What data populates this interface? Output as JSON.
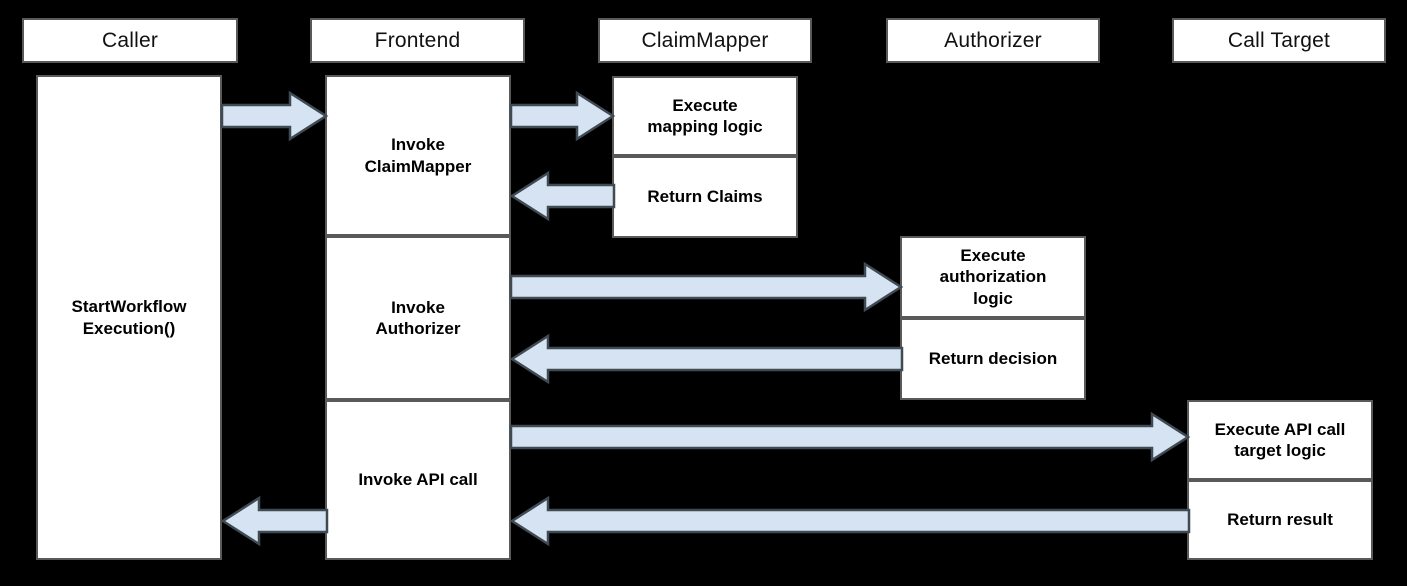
{
  "diagram": {
    "type": "sequence-diagram",
    "background_color": "#000000",
    "box_fill": "#ffffff",
    "box_border": "#595959",
    "arrow_fill": "#d5e3f2",
    "arrow_border": "#3f4a52",
    "lifelines": [
      {
        "id": "caller",
        "label": "Caller"
      },
      {
        "id": "frontend",
        "label": "Frontend"
      },
      {
        "id": "claimmapper",
        "label": "ClaimMapper"
      },
      {
        "id": "authorizer",
        "label": "Authorizer"
      },
      {
        "id": "calltarget",
        "label": "Call Target"
      }
    ],
    "activations": {
      "caller": [
        {
          "id": "caller-main",
          "label": "StartWorkflow\nExecution()",
          "line1": "StartWorkflow",
          "line2": "Execution()"
        }
      ],
      "frontend": [
        {
          "id": "fe-invoke-claimmapper",
          "line1": "Invoke",
          "line2": "ClaimMapper"
        },
        {
          "id": "fe-invoke-authorizer",
          "line1": "Invoke",
          "line2": "Authorizer"
        },
        {
          "id": "fe-invoke-apicall",
          "line1": "Invoke API call",
          "line2": ""
        }
      ],
      "claimmapper": [
        {
          "id": "cm-execute-mapping",
          "line1": "Execute",
          "line2": "mapping logic"
        },
        {
          "id": "cm-return-claims",
          "line1": "Return Claims",
          "line2": ""
        }
      ],
      "authorizer": [
        {
          "id": "az-execute-auth",
          "line1": "Execute",
          "line2": "authorization",
          "line3": "logic"
        },
        {
          "id": "az-return-decision",
          "line1": "Return decision",
          "line2": ""
        }
      ],
      "calltarget": [
        {
          "id": "ct-execute-api",
          "line1": "Execute API call",
          "line2": "target logic"
        },
        {
          "id": "ct-return-result",
          "line1": "Return result",
          "line2": ""
        }
      ]
    },
    "messages": [
      {
        "id": "msg-caller-to-frontend",
        "from": "caller",
        "to": "frontend",
        "direction": "right"
      },
      {
        "id": "msg-frontend-to-claimmapper",
        "from": "frontend",
        "to": "claimmapper",
        "direction": "right"
      },
      {
        "id": "msg-claimmapper-to-frontend",
        "from": "claimmapper",
        "to": "frontend",
        "direction": "left"
      },
      {
        "id": "msg-frontend-to-authorizer",
        "from": "frontend",
        "to": "authorizer",
        "direction": "right"
      },
      {
        "id": "msg-authorizer-to-frontend",
        "from": "authorizer",
        "to": "frontend",
        "direction": "left"
      },
      {
        "id": "msg-frontend-to-calltarget",
        "from": "frontend",
        "to": "calltarget",
        "direction": "right"
      },
      {
        "id": "msg-calltarget-to-frontend",
        "from": "calltarget",
        "to": "frontend",
        "direction": "left"
      },
      {
        "id": "msg-frontend-to-caller",
        "from": "frontend",
        "to": "caller",
        "direction": "left"
      }
    ]
  }
}
